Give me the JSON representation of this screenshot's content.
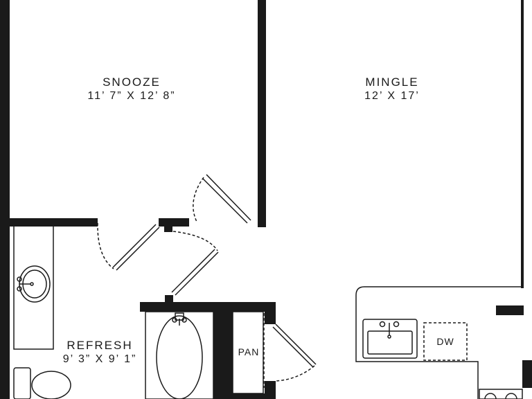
{
  "rooms": {
    "snooze": {
      "name": "SNOOZE",
      "dims": "11’ 7” X 12’ 8”"
    },
    "mingle": {
      "name": "MINGLE",
      "dims": "12’ X 17’"
    },
    "refresh": {
      "name": "REFRESH",
      "dims": "9’ 3” X 9’ 1”"
    }
  },
  "fixtures": {
    "pantry": "PAN",
    "dishwasher": "DW"
  },
  "colors": {
    "wall": "#1a1a1a",
    "fixture_line": "#1a1a1a",
    "background": "#ffffff"
  }
}
